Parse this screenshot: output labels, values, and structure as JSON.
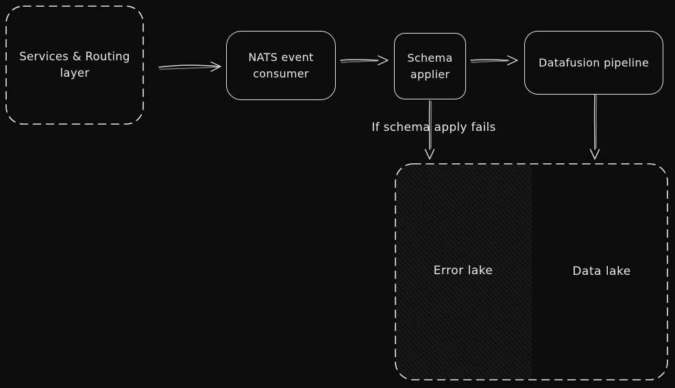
{
  "canvas": {
    "background": "#0c0c0c",
    "stroke_color": "#e9e9e9",
    "arrow_color": "#d6d6d6"
  },
  "nodes": {
    "services_routing": {
      "line1": "Services & Routing",
      "line2": "layer"
    },
    "nats_consumer": {
      "line1": "NATS event",
      "line2": "consumer"
    },
    "schema_applier": {
      "line1": "Schema",
      "line2": "applier"
    },
    "datafusion_pipeline": {
      "label": "Datafusion pipeline"
    }
  },
  "lakes": {
    "error_lake": {
      "label": "Error lake"
    },
    "data_lake": {
      "label": "Data lake"
    }
  },
  "annotations": {
    "schema_fail": "If schema apply fails"
  }
}
